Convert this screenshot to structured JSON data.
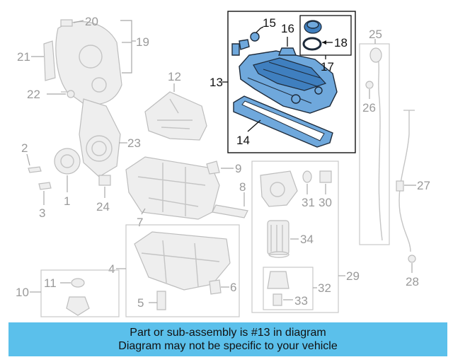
{
  "callouts": {
    "c1": "1",
    "c2": "2",
    "c3": "3",
    "c4": "4",
    "c5": "5",
    "c6": "6",
    "c7": "7",
    "c8": "8",
    "c9": "9",
    "c10": "10",
    "c11": "11",
    "c12": "12",
    "c13": "13",
    "c14": "14",
    "c15": "15",
    "c16": "16",
    "c17": "17",
    "c18": "18",
    "c19": "19",
    "c20": "20",
    "c21": "21",
    "c22": "22",
    "c23": "23",
    "c24": "24",
    "c25": "25",
    "c26": "26",
    "c27": "27",
    "c28": "28",
    "c29": "29",
    "c30": "30",
    "c31": "31",
    "c32": "32",
    "c33": "33",
    "c34": "34"
  },
  "highlight_color": "#6fa8dc",
  "banner": {
    "line1": "Part or sub-assembly is #13 in diagram",
    "line2": "Diagram may not be specific to your vehicle",
    "color": "#5bc0eb"
  }
}
